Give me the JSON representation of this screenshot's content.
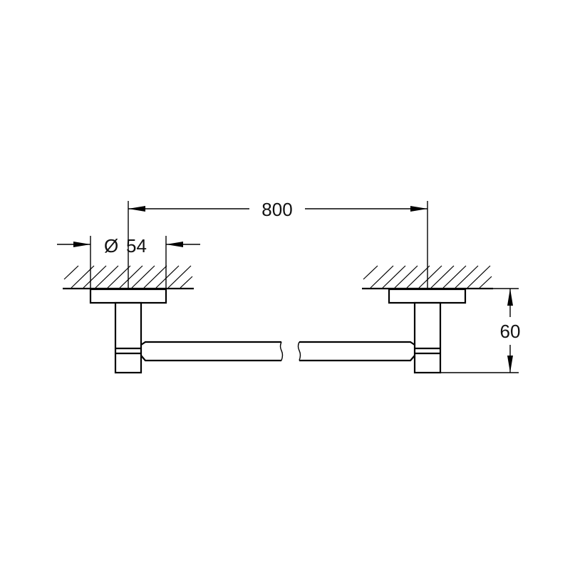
{
  "drawing": {
    "type": "technical-drawing",
    "subject": "towel bar side elevation",
    "dimensions": {
      "length": {
        "label": "800"
      },
      "rosette_diameter": {
        "symbol": "Ø",
        "label": "54"
      },
      "projection": {
        "label": "60"
      }
    },
    "colors": {
      "line": "#000000",
      "background": "#ffffff"
    }
  }
}
